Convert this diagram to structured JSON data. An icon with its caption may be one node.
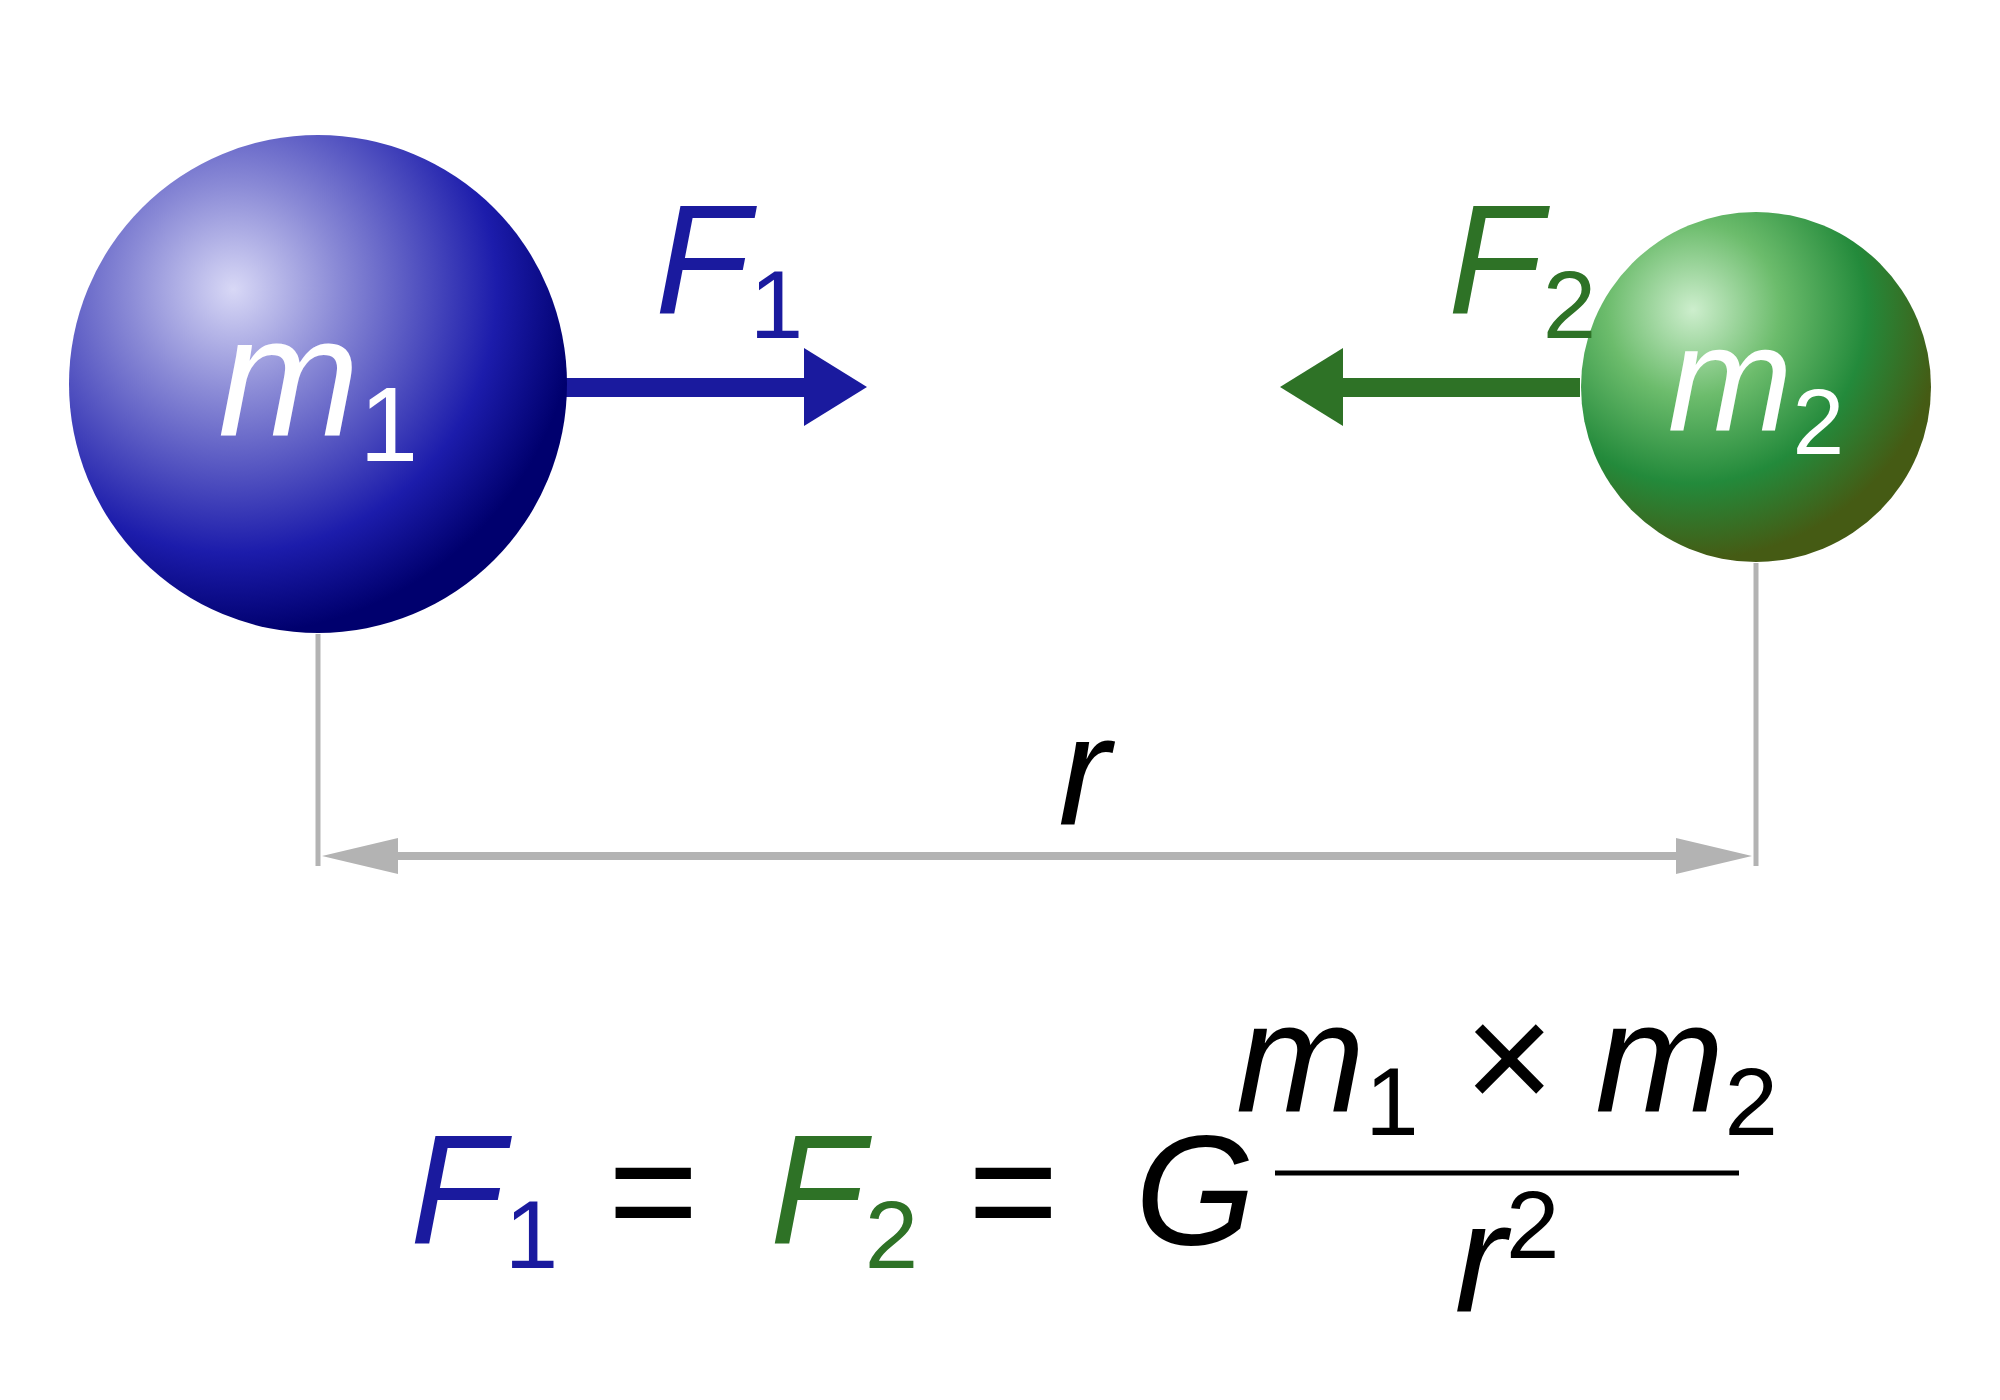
{
  "diagram": {
    "nodes": [
      {
        "text": [
          "m$_{1}$"
        ]
      },
      {
        "text": [
          "m$_{2}$"
        ]
      }
    ],
    "edges": [],
    "labels": [
      "F$_{1}$",
      "F$_{2}$",
      "r",
      "F$_{1}$",
      "=",
      "F$_{2}$",
      "=",
      "G",
      "m$_{1}$ × m$_{2}$",
      "r$^{2}$"
    ]
  }
}
